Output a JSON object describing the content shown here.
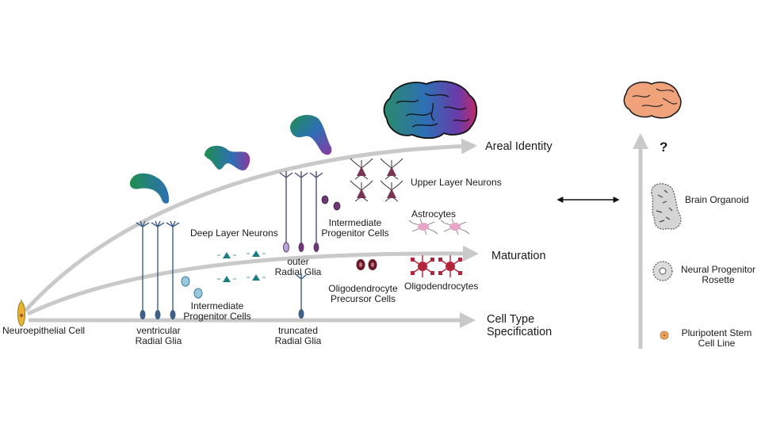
{
  "labels": {
    "neuroepithelial": "Neuroepithelial Cell",
    "ventricular_1": "ventricular",
    "ventricular_2": "Radial Glia",
    "ipc_a_1": "Intermediate",
    "ipc_a_2": "Progenitor Cells",
    "deep_layer": "Deep Layer Neurons",
    "outer_rg_1": "outer",
    "outer_rg_2": "Radial Glia",
    "truncated_1": "truncated",
    "truncated_2": "Radial Glia",
    "ipc_b_1": "Intermediate",
    "ipc_b_2": "Progenitor Cells",
    "upper_layer": "Upper Layer Neurons",
    "astrocytes": "Astrocytes",
    "opc_1": "Oligodendrocyte",
    "opc_2": "Precursor Cells",
    "oligodendrocytes": "Oligodendrocytes"
  },
  "axes": {
    "areal_identity": "Areal Identity",
    "maturation": "Maturation",
    "cell_type_1": "Cell Type",
    "cell_type_2": "Specification"
  },
  "right_panel": {
    "question": "?",
    "brain_organoid": "Brain Organoid",
    "rosette_1": "Neural Progenitor",
    "rosette_2": "Rosette",
    "stem_1": "Pluripotent Stem",
    "stem_2": "Cell Line"
  },
  "colors": {
    "arrow_gray": "#c9c9c9",
    "radial_glia": "#3f5f86",
    "ipc_teal": "#6fa8c4",
    "deep_neuron": "#1e7d83",
    "outer_rg": "#6b3a73",
    "upper_neuron": "#7a3454",
    "astrocyte": "#e7a6c8",
    "oligo": "#b3253a",
    "opc": "#6b1a2a",
    "neuroepithelial": "#e8b430",
    "organoid_brain": "#f0a27b",
    "stem_cell": "#f0a860"
  }
}
